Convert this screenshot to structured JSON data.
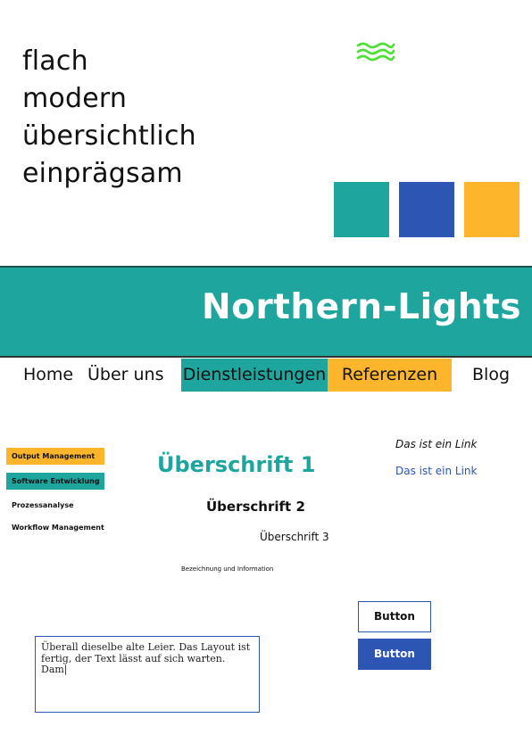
{
  "colors": {
    "teal": "#1ea59e",
    "blue": "#2d55b4",
    "orange": "#fdb52b",
    "green_icon": "#4be033"
  },
  "keywords": [
    "flach",
    "modern",
    "übersichtlich",
    "einprägsam"
  ],
  "brand_icon": "waves-icon",
  "banner": {
    "title": "Northern-Lights"
  },
  "nav": {
    "home": "Home",
    "about": "Über uns",
    "services": "Dienstleistungen",
    "references": "Referenzen",
    "blog": "Blog"
  },
  "sidebar": {
    "items": [
      {
        "label": "Output Management"
      },
      {
        "label": "Software Entwicklung"
      },
      {
        "label": "Prozessanalyse"
      },
      {
        "label": "Workflow Management"
      }
    ]
  },
  "typography": {
    "h1": "Überschrift 1",
    "h2": "Überschrift 2",
    "h3": "Überschrift 3",
    "caption": "Bezeichnung und Information"
  },
  "links": {
    "link_italic": "Das ist ein Link",
    "link_blue": "Das ist ein Link"
  },
  "buttons": {
    "outline_label": "Button",
    "filled_label": "Button"
  },
  "textarea": {
    "value": "Überall dieselbe alte Leier. Das Layout ist fertig, der Text lässt auf sich warten. Dam|"
  }
}
